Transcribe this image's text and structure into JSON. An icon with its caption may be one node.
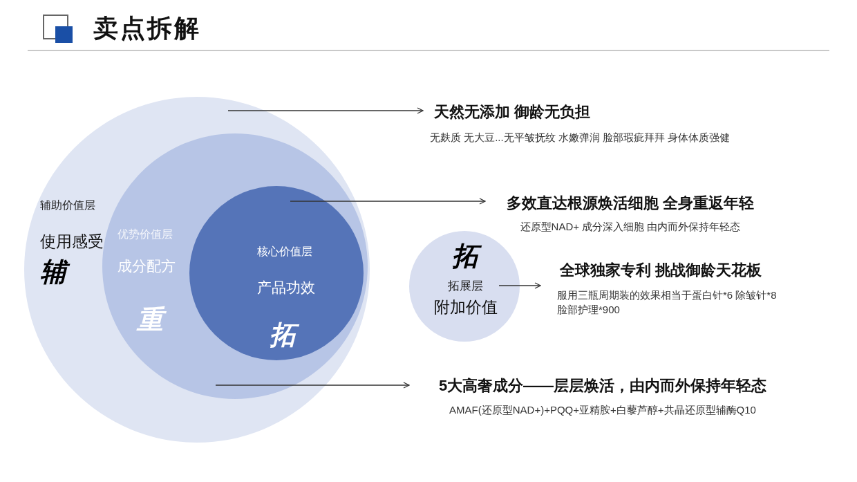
{
  "diagram": {
    "title": "卖点拆解",
    "nodes": [
      {
        "text": [
          "辅助价值层",
          "使用感受",
          "辅"
        ]
      },
      {
        "text": [
          "优势价值层",
          "成分配方",
          "重"
        ],
        "in": 0
      },
      {
        "text": [
          "核心价值层",
          "产品功效",
          "拓"
        ],
        "in": 1
      },
      {
        "text": [
          "拓",
          "拓展层",
          "附加价值"
        ]
      },
      {
        "text": [
          "天然无添加 御龄无负担",
          "无麸质 无大豆...无平皱抚纹 水嫩弹润 脸部瑕疵拜拜 身体体质强健"
        ]
      },
      {
        "text": [
          "多效直达根源焕活细胞 全身重返年轻",
          "还原型NAD+ 成分深入细胞 由内而外保持年轻态"
        ]
      },
      {
        "text": [
          "全球独家专利 挑战御龄天花板",
          "服用三瓶周期装的效果相当于蛋白针*6 除皱针*8 脸部护理*900"
        ]
      },
      {
        "text": [
          "5大高奢成分——层层焕活，由内而外保持年轻态",
          "AMAF(还原型NAD+)+PQQ+亚精胺+白藜芦醇+共晶还原型辅酶Q10"
        ]
      }
    ],
    "edges": [
      {
        "from": 0,
        "to": 4,
        "arrow": "to"
      },
      {
        "from": 2,
        "to": 5,
        "arrow": "to"
      },
      {
        "from": 3,
        "to": 6,
        "arrow": "to"
      },
      {
        "from": 1,
        "to": 7,
        "arrow": "to"
      }
    ]
  }
}
